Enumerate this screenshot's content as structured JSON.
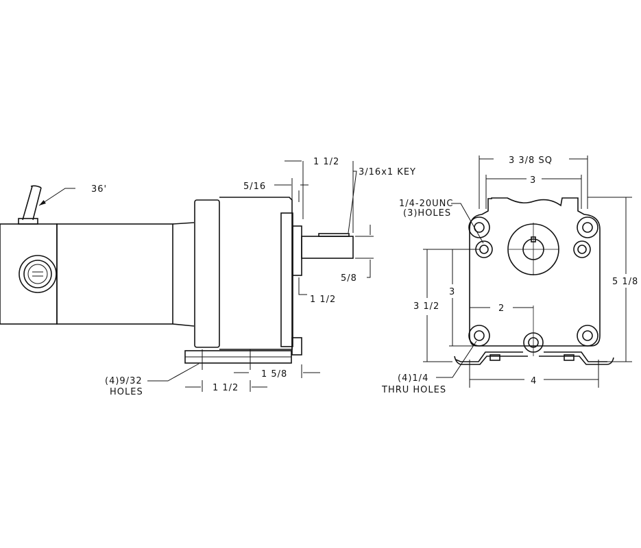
{
  "side_view": {
    "cable_length": "36'",
    "flange_thickness": "5/16",
    "shaft_length": "1 1/2",
    "key": "3/16x1 KEY",
    "shaft_diameter": "5/8",
    "pilot_length": "1 1/2",
    "base_holes_line1": "(4)9/32",
    "base_holes_line2": "HOLES",
    "base_offset": "1 5/8",
    "base_hole_spacing": "1 1/2"
  },
  "front_view": {
    "square": "3 3/8 SQ",
    "bolt_spacing": "3",
    "tapped_holes_line1": "1/4-20UNC",
    "tapped_holes_line2": "(3)HOLES",
    "overall_height": "5 1/8",
    "shaft_height_total": "3 1/2",
    "shaft_height": "3",
    "half_width": "2",
    "thru_holes_line1": "(4)1/4",
    "thru_holes_line2": "THRU HOLES",
    "foot_width": "4"
  }
}
